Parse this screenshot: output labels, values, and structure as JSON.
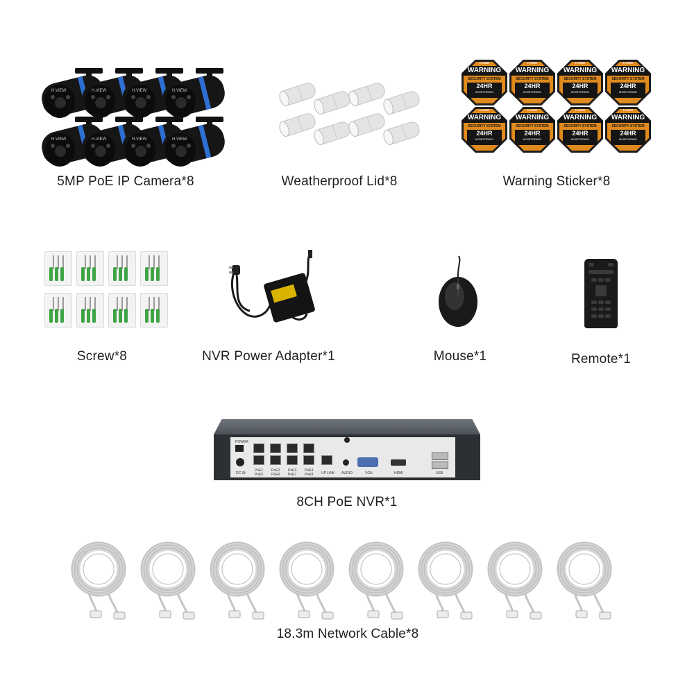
{
  "items": {
    "camera": {
      "label": "5MP PoE IP Camera*8",
      "brand": "H.VIEW"
    },
    "lid": {
      "label": "Weatherproof Lid*8"
    },
    "sticker": {
      "label": "Warning Sticker*8",
      "brand": "H.VIEW",
      "warning": "WARNING",
      "security": "SECURITY SYSTEM",
      "hours": "24HR",
      "monitoring": "MONITORING"
    },
    "screw": {
      "label": "Screw*8"
    },
    "adapter": {
      "label": "NVR Power Adapter*1"
    },
    "mouse": {
      "label": "Mouse*1"
    },
    "remote": {
      "label": "Remote*1"
    },
    "nvr": {
      "label": "8CH PoE NVR*1",
      "power": "POWER",
      "dc_in": "DC IN",
      "uplink": "UP LINK",
      "audio": "AUDIO",
      "vga": "VGA",
      "hdmi": "HDMI",
      "usb": "USB",
      "poe_ports": [
        "PoE1\nPoE5",
        "PoE2\nPoE6",
        "PoE3\nPoE7",
        "PoE4\nPoE8"
      ]
    },
    "cable": {
      "label": "18.3m Network Cable*8"
    }
  },
  "colors": {
    "camera_accent": "#2f6fd1",
    "sticker_orange": "#e08a1e",
    "anchor_green": "#3fa444"
  }
}
